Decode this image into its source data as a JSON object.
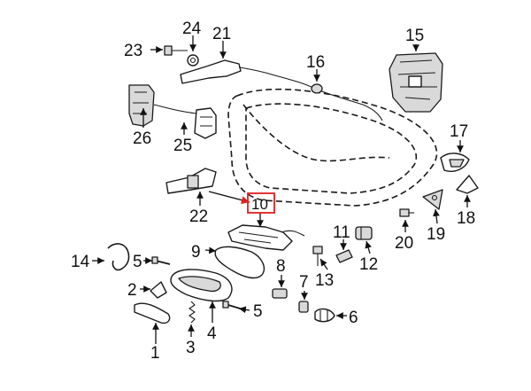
{
  "callouts": {
    "c1": "1",
    "c2": "2",
    "c3": "3",
    "c4": "4",
    "c5a": "5",
    "c5b": "5",
    "c6": "6",
    "c7": "7",
    "c8": "8",
    "c9": "9",
    "c10": "10",
    "c11": "11",
    "c12": "12",
    "c13": "13",
    "c14": "14",
    "c15": "15",
    "c16": "16",
    "c17": "17",
    "c18": "18",
    "c19": "19",
    "c20": "20",
    "c21": "21",
    "c22": "22",
    "c23": "23",
    "c24": "24",
    "c25": "25",
    "c26": "26"
  },
  "highlight": {
    "part": "10",
    "color": "#e02020"
  },
  "colors": {
    "line": "#1a1a1a",
    "fill": "#d9d9d9",
    "background": "#ffffff"
  }
}
